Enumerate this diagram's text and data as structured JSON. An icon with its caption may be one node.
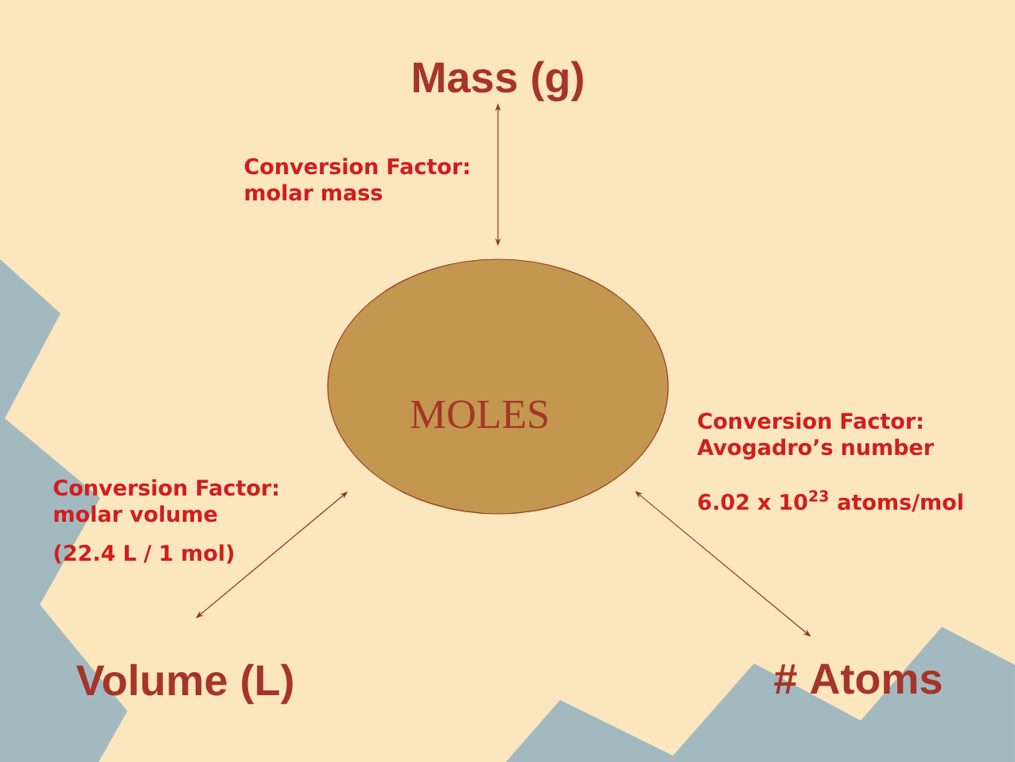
{
  "diagram": {
    "nodes": [
      {
        "text": [
          "Mass (g)"
        ]
      },
      {
        "text": [
          "MOLES"
        ]
      },
      {
        "text": [
          "Volume (L)"
        ]
      },
      {
        "text": [
          "# Atoms"
        ]
      }
    ],
    "edges": [
      {
        "from": 1,
        "to": 0,
        "arrow": "both"
      },
      {
        "from": 1,
        "to": 2,
        "arrow": "both"
      },
      {
        "from": 1,
        "to": 3,
        "arrow": "both"
      }
    ],
    "labels": [
      "Conversion Factor: molar mass",
      "Conversion Factor: Avogadro’s number",
      "Conversion Factor: molar volume",
      "6.02 x 10$^{23}$ atoms/mol",
      "(22.4 L / 1 mol)"
    ]
  }
}
